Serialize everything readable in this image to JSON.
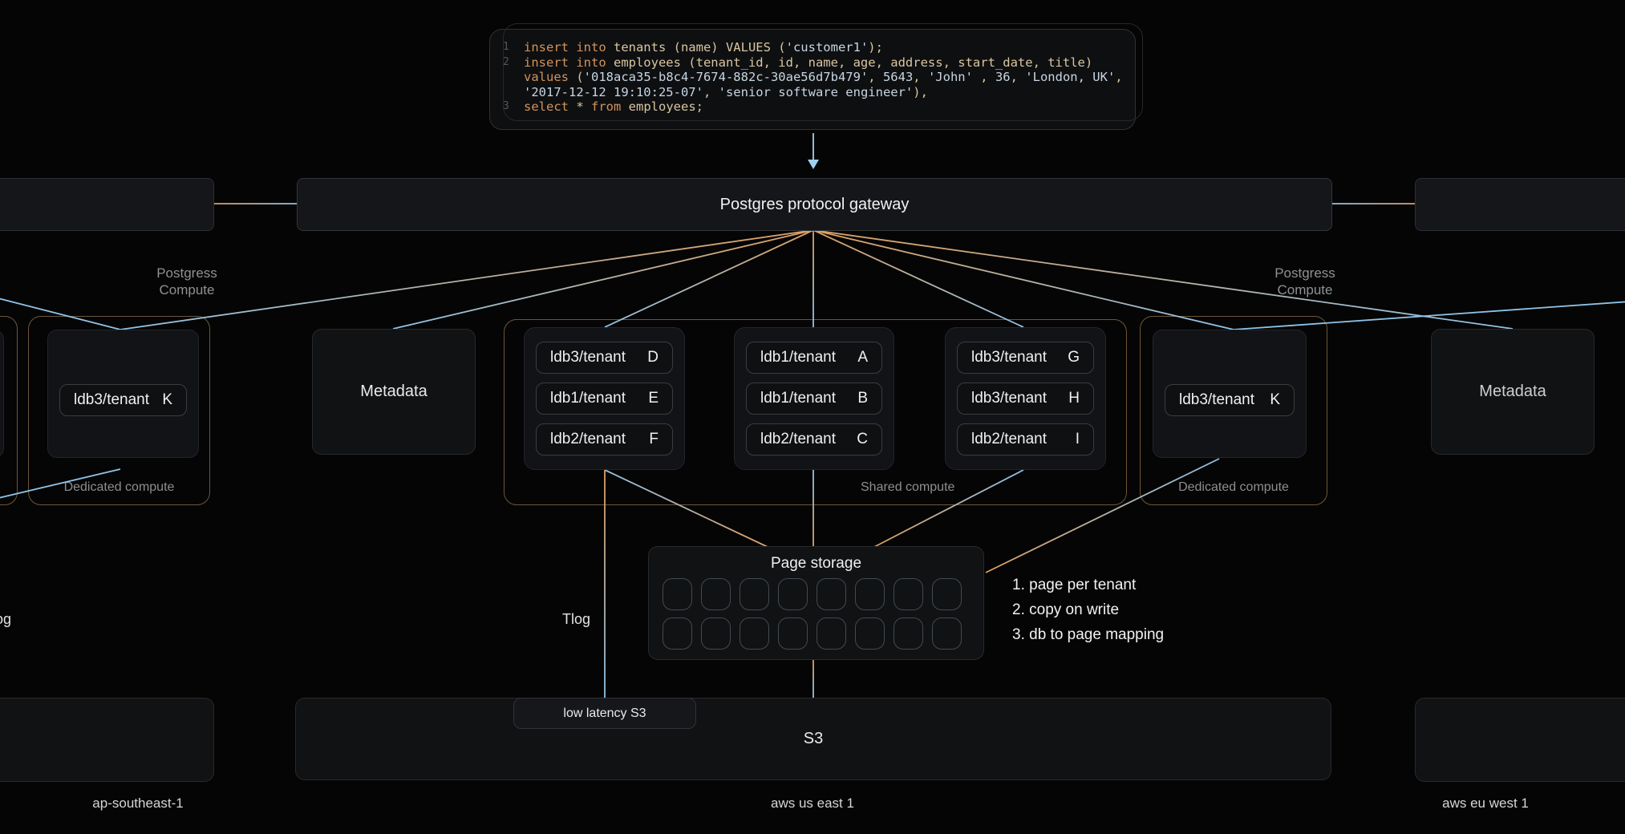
{
  "colors": {
    "accent_orange": "#dd9f60",
    "accent_blue": "#8fc3e8",
    "container_border": "#6e5639"
  },
  "code_block": {
    "lines": [
      {
        "num": "1",
        "tokens": [
          [
            "kw",
            "insert into "
          ],
          [
            "id",
            "tenants (name) "
          ],
          [
            "id",
            "VALUES ("
          ],
          [
            "str",
            "'customer1'"
          ],
          [
            "id",
            ");"
          ]
        ]
      },
      {
        "num": "2",
        "tokens": [
          [
            "kw",
            "insert into "
          ],
          [
            "id",
            "employees (tenant_id, id, name, age, address, start_date, title)"
          ]
        ]
      },
      {
        "num": "",
        "tokens": [
          [
            "kw",
            "values "
          ],
          [
            "id",
            "("
          ],
          [
            "str",
            "'018aca35-b8c4-7674-882c-30ae56d7b479'"
          ],
          [
            "id",
            ", "
          ],
          [
            "num",
            "5643"
          ],
          [
            "id",
            ", "
          ],
          [
            "str",
            "'John'"
          ],
          [
            "id",
            " , "
          ],
          [
            "num",
            "36"
          ],
          [
            "id",
            ", "
          ],
          [
            "str",
            "'London, UK'"
          ],
          [
            "id",
            ","
          ]
        ]
      },
      {
        "num": "",
        "tokens": [
          [
            "str",
            "'2017-12-12 19:10:25-07'"
          ],
          [
            "id",
            ", "
          ],
          [
            "str",
            "'senior software engineer'"
          ],
          [
            "id",
            "),"
          ]
        ]
      },
      {
        "num": "3",
        "tokens": [
          [
            "kw",
            "select "
          ],
          [
            "id",
            "* "
          ],
          [
            "kw",
            "from "
          ],
          [
            "id",
            "employees;"
          ]
        ]
      }
    ]
  },
  "gateway": {
    "label": "Postgres protocol gateway"
  },
  "compute_labels": {
    "left_line1": "Postgress",
    "left_line2": "Compute",
    "right_line1": "Postgress",
    "right_line2": "Compute"
  },
  "metadata_left": {
    "label": "Metadata"
  },
  "metadata_right": {
    "label": "Metadata"
  },
  "shared_compute": {
    "label": "Shared compute",
    "groups": [
      [
        {
          "db": "ldb3/tenant",
          "letter": "D"
        },
        {
          "db": "ldb1/tenant",
          "letter": "E"
        },
        {
          "db": "ldb2/tenant",
          "letter": "F"
        }
      ],
      [
        {
          "db": "ldb1/tenant",
          "letter": "A"
        },
        {
          "db": "ldb1/tenant",
          "letter": "B"
        },
        {
          "db": "ldb2/tenant",
          "letter": "C"
        }
      ],
      [
        {
          "db": "ldb3/tenant",
          "letter": "G"
        },
        {
          "db": "ldb3/tenant",
          "letter": "H"
        },
        {
          "db": "ldb2/tenant",
          "letter": "I"
        }
      ]
    ]
  },
  "dedicated_left": {
    "label": "Dedicated compute",
    "pill": {
      "db": "ldb3/tenant",
      "letter": "K"
    }
  },
  "dedicated_right": {
    "label": "Dedicated compute",
    "pill": {
      "db": "ldb3/tenant",
      "letter": "K"
    }
  },
  "page_storage": {
    "title": "Page storage",
    "rows": 2,
    "cols": 8
  },
  "notes": [
    "1. page per tenant",
    "2. copy on write",
    "3. db to page mapping"
  ],
  "tlog": {
    "label": "Tlog",
    "left_partial_label": "Tlog"
  },
  "low_latency_s3": {
    "label": "low latency S3"
  },
  "s3": {
    "label": "S3"
  },
  "regions": {
    "left": "ap-southeast-1",
    "center": "aws us east 1",
    "right": "aws eu west 1"
  }
}
